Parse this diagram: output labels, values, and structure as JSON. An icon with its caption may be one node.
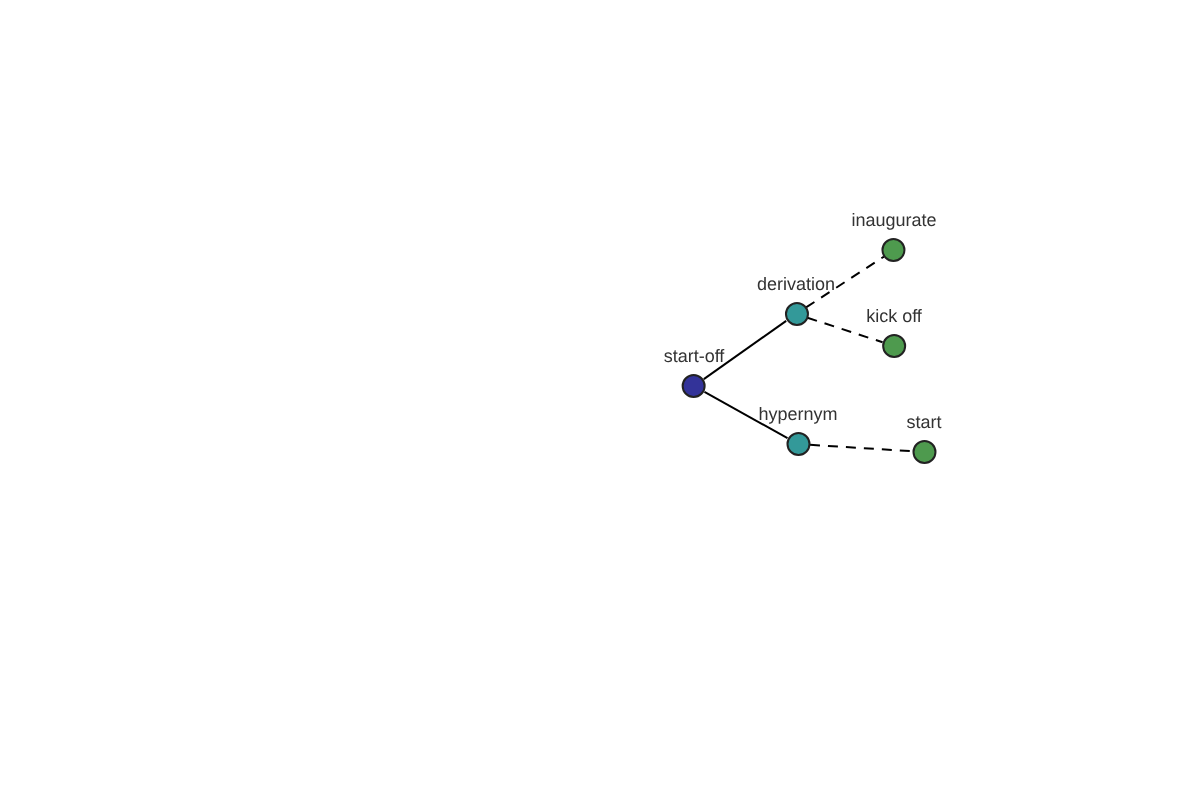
{
  "diagram": {
    "nodes": [
      {
        "text": [
          "start-off"
        ]
      },
      {
        "text": [
          "derivation"
        ]
      },
      {
        "text": [
          "inaugurate"
        ]
      },
      {
        "text": [
          "kick off"
        ]
      },
      {
        "text": [
          "hypernym"
        ]
      },
      {
        "text": [
          "start"
        ]
      }
    ],
    "edges": [
      {
        "from": 0,
        "to": 1,
        "arrow": "none"
      },
      {
        "from": 1,
        "to": 2,
        "arrow": "none",
        "style": "dashed"
      },
      {
        "from": 1,
        "to": 3,
        "arrow": "none",
        "style": "dashed"
      },
      {
        "from": 0,
        "to": 4,
        "arrow": "none"
      },
      {
        "from": 4,
        "to": 5,
        "arrow": "none",
        "style": "dashed"
      }
    ]
  }
}
